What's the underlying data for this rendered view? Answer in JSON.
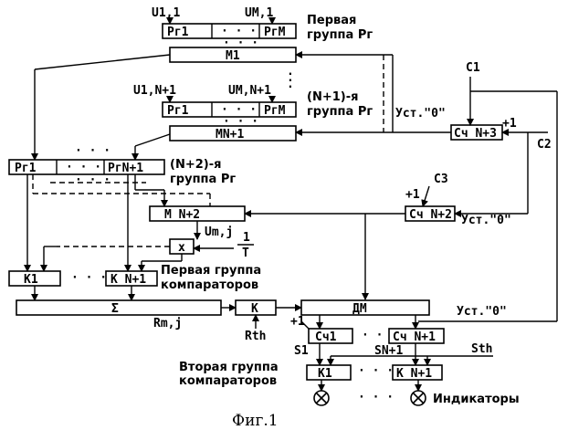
{
  "caption": "Фиг.1",
  "groups": {
    "g1_line1": "Первая",
    "g1_line2": "группа Рг",
    "gN1_line1": "(N+1)-я",
    "gN1_line2": "группа Рг",
    "gN2_line1": "(N+2)-я",
    "gN2_line2": "группа Рг",
    "cmp1_line1": "Первая группа",
    "cmp1_line2": "компараторов",
    "cmp2_line1": "Вторая группа",
    "cmp2_line2": "компараторов",
    "indicators": "Индикаторы"
  },
  "inputs": {
    "u11": "U1,1",
    "um1": "UM,1",
    "u1n1": "U1,N+1",
    "umn1": "UM,N+1",
    "umj": "Um,j",
    "rmj": "Rm,j",
    "rth": "Rth",
    "s1": "S1",
    "sn1": "SN+1",
    "sth": "Sth",
    "c1": "C1",
    "c2": "C2",
    "c3": "C3",
    "one": "1",
    "T": "T",
    "plus1": "+1",
    "reset": "Уст.\"0\""
  },
  "blocks": {
    "rg1": "Рг1",
    "rgm": "РгM",
    "rgn1": "РгN+1",
    "dots": "· · ·",
    "m1": "M1",
    "mn1": "MN+1",
    "mn2": "M N+2",
    "x": "x",
    "k1": "K1",
    "kn1": "K N+1",
    "k": "K",
    "sigma": "Σ",
    "dm": "ДМ",
    "cch1": "Сч1",
    "cchn1": "Сч N+1",
    "cchn2": "Сч N+2",
    "cchn3": "Сч N+3"
  }
}
